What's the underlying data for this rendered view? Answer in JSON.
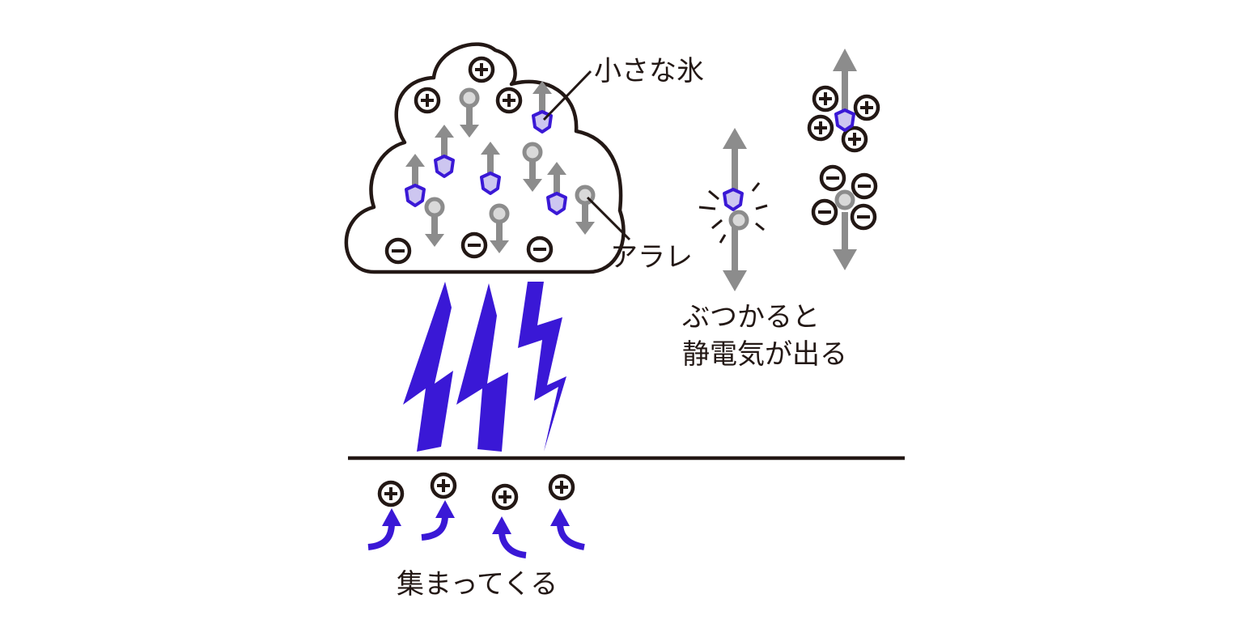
{
  "labels": {
    "small_ice": "小さな氷",
    "hail": "アラレ",
    "collision_line1": "ぶつかると",
    "collision_line2": "静電気が出る",
    "gather": "集まってくる"
  },
  "colors": {
    "ink": "#231815",
    "gray": "#8c8c8c",
    "ice_fill": "#cdc6f0",
    "ice_stroke": "#3a18d6",
    "lightning": "#3a18d6",
    "ground_arrow": "#3a18d6"
  }
}
